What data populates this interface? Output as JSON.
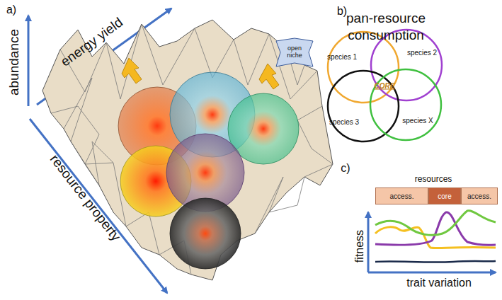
{
  "diagram": {
    "nodes": [
      {
        "text": [
          "open niche"
        ]
      },
      {
        "text": [
          "species 1"
        ]
      },
      {
        "text": [
          "species 2"
        ]
      },
      {
        "text": [
          "species 3"
        ]
      },
      {
        "text": [
          "species X"
        ]
      },
      {
        "text": [
          "access."
        ]
      },
      {
        "text": [
          "core"
        ]
      },
      {
        "text": [
          "access."
        ]
      }
    ],
    "labels": [
      "a)",
      "abundance",
      "energy yield",
      "resource property",
      "b)",
      "pan-resource consumption",
      "CORE",
      "c)",
      "resources",
      "fitness",
      "trait variation"
    ]
  }
}
